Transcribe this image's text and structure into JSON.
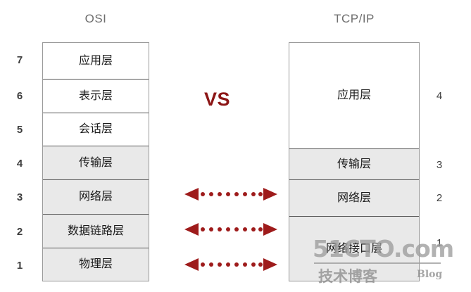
{
  "headers": {
    "osi": "OSI",
    "tcpip": "TCP/IP"
  },
  "center": {
    "vs_label": "VS"
  },
  "osi": {
    "layers": [
      {
        "index": "7",
        "label": "应用层",
        "shaded": false
      },
      {
        "index": "6",
        "label": "表示层",
        "shaded": false
      },
      {
        "index": "5",
        "label": "会话层",
        "shaded": false
      },
      {
        "index": "4",
        "label": "传输层",
        "shaded": true
      },
      {
        "index": "3",
        "label": "网络层",
        "shaded": true
      },
      {
        "index": "2",
        "label": "数据链路层",
        "shaded": true
      },
      {
        "index": "1",
        "label": "物理层",
        "shaded": true
      }
    ]
  },
  "tcpip": {
    "layers": [
      {
        "index": "4",
        "label": "应用层",
        "shaded": false
      },
      {
        "index": "3",
        "label": "传输层",
        "shaded": true
      },
      {
        "index": "2",
        "label": "网络层",
        "shaded": true
      },
      {
        "index": "1",
        "label": "网络接口层",
        "shaded": true
      }
    ]
  },
  "mappings": [
    {
      "osi_layer": "网络层",
      "tcpip_layer": "网络层"
    },
    {
      "osi_layer": "数据链路层",
      "tcpip_layer": "网络接口层"
    },
    {
      "osi_layer": "物理层",
      "tcpip_layer": "网络接口层"
    }
  ],
  "watermark": {
    "main": "51CTO.com",
    "sub": "技术博客",
    "blog": "Blog"
  },
  "colors": {
    "accent_red": "#8c1616",
    "arrow_red": "#9e1b1b",
    "shaded_fill": "#e9e9e9",
    "border": "#555555",
    "title_gray": "#6e6e6e"
  }
}
